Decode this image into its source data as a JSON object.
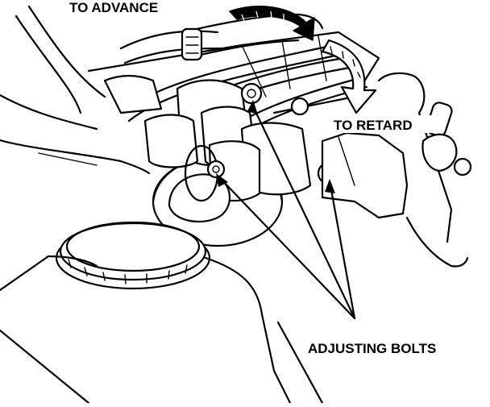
{
  "diagram": {
    "labels": {
      "to_advance": "TO ADVANCE",
      "to_retard": "TO RETARD",
      "adjusting_bolts": "ADJUSTING BOLTS"
    },
    "colors": {
      "ink": "#000000",
      "paper": "#ffffff"
    },
    "icons": [
      "advance-arrow-icon",
      "retard-arrow-icon",
      "adjusting-bolt-icon"
    ]
  }
}
